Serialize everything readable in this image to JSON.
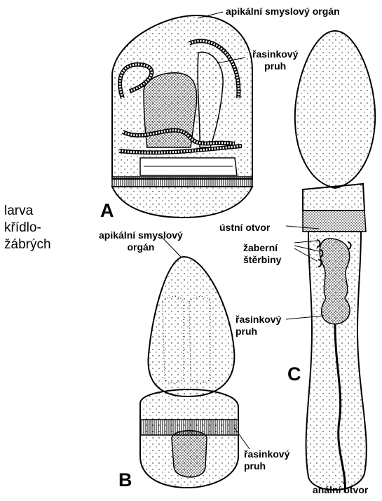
{
  "side_title": [
    "larva",
    "křídlo-",
    "žábrých"
  ],
  "letters": {
    "a": "A",
    "b": "B",
    "c": "C"
  },
  "labels": {
    "apical_a": "apikální smyslový orgán",
    "ciliary_a": [
      "řasinkový",
      "pruh"
    ],
    "apical_b": [
      "apikální smyslový",
      "orgán"
    ],
    "ciliary_b": [
      "řasinkový",
      "pruh"
    ],
    "mouth_c": "ústní otvor",
    "gill_c": [
      "žaberní",
      "štěrbiny"
    ],
    "ciliary_c": [
      "řasinkový",
      "pruh"
    ],
    "anal_c": "anální otvor"
  }
}
